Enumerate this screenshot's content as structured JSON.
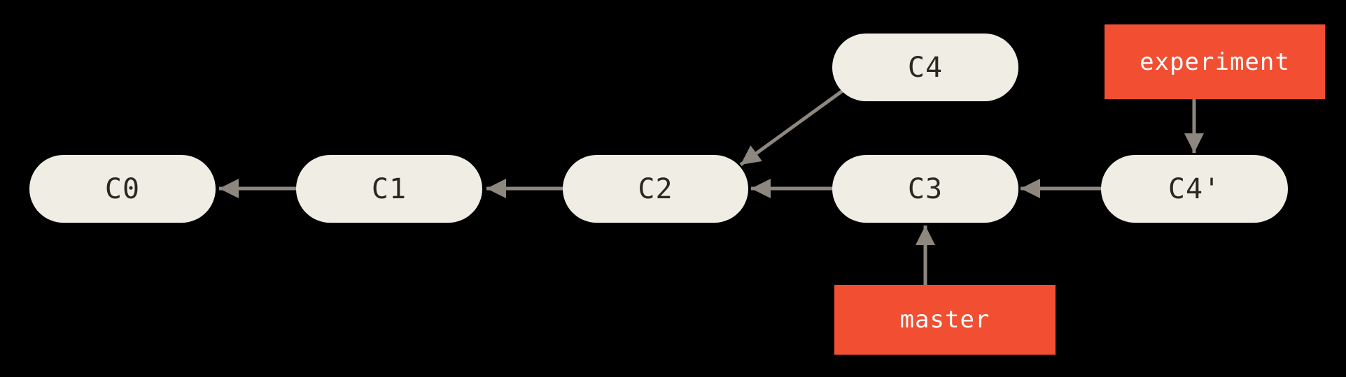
{
  "colors": {
    "background": "#000000",
    "commit_fill": "#efede4",
    "commit_text": "#2b2822",
    "branch_fill": "#f14e32",
    "branch_text": "#ffffff",
    "arrow": "#8e8780"
  },
  "commits": [
    {
      "id": "c0",
      "label": "C0"
    },
    {
      "id": "c1",
      "label": "C1"
    },
    {
      "id": "c2",
      "label": "C2"
    },
    {
      "id": "c3",
      "label": "C3"
    },
    {
      "id": "c4",
      "label": "C4"
    },
    {
      "id": "c4-prime",
      "label": "C4'"
    }
  ],
  "branches": [
    {
      "id": "experiment",
      "label": "experiment",
      "points_to": "C4'"
    },
    {
      "id": "master",
      "label": "master",
      "points_to": "C3"
    }
  ],
  "edges": [
    {
      "from": "C1",
      "to": "C0"
    },
    {
      "from": "C2",
      "to": "C1"
    },
    {
      "from": "C3",
      "to": "C2"
    },
    {
      "from": "C4",
      "to": "C2"
    },
    {
      "from": "C4'",
      "to": "C3"
    },
    {
      "from": "experiment",
      "to": "C4'"
    },
    {
      "from": "master",
      "to": "C3"
    }
  ]
}
